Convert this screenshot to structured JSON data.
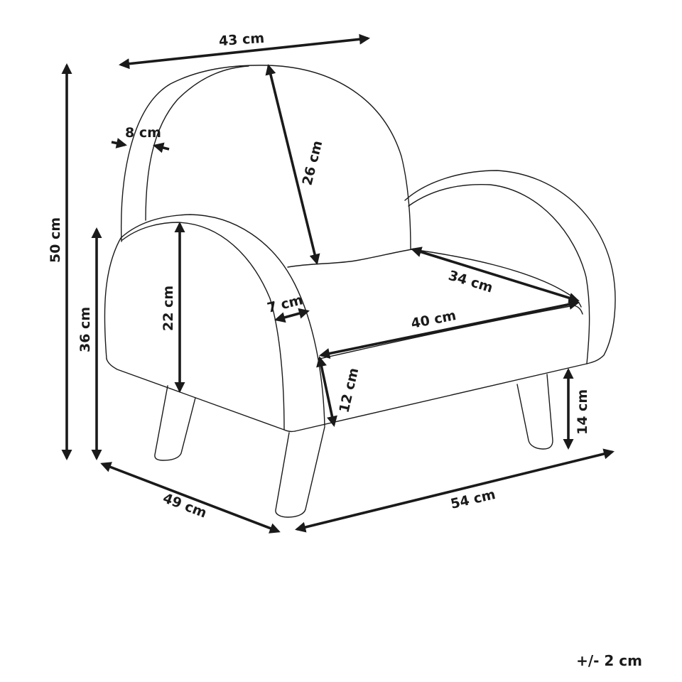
{
  "diagram": {
    "subject": "armchair dimension drawing",
    "line_color": "#1a1a1a",
    "background": "#ffffff",
    "dimensions": {
      "overall_width_top": "43 cm",
      "overall_height": "50 cm",
      "arm_height": "36 cm",
      "backrest_thickness": "8 cm",
      "backrest_height": "26 cm",
      "arm_height_above_seat": "22 cm",
      "arm_width": "7 cm",
      "seat_depth": "34 cm",
      "seat_width": "40 cm",
      "seat_cushion_height": "12 cm",
      "leg_height": "14 cm",
      "overall_depth": "49 cm",
      "overall_width": "54 cm"
    },
    "tolerance": "+/- 2 cm"
  }
}
